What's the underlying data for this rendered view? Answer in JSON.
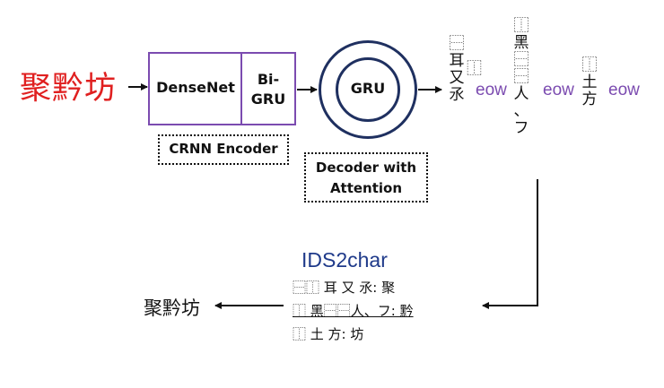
{
  "input": {
    "text": "聚黔坊",
    "color": "#e02020"
  },
  "encoder": {
    "densenet_label": "DenseNet",
    "bigru_line1": "Bi-",
    "bigru_line2": "GRU",
    "label": "CRNN Encoder",
    "border_color": "#7b4bb0"
  },
  "decoder": {
    "gru_label": "GRU",
    "label_line1": "Decoder with",
    "label_line2": "Attention",
    "ring_color": "#1f3060"
  },
  "sequence": {
    "col1": [
      "⿱",
      "⿰",
      "耳",
      "又",
      "氶"
    ],
    "col2": [
      "⿰",
      "黑",
      "⿱",
      "⿱",
      "人",
      "、",
      "フ"
    ],
    "col3": [
      "⿰",
      "土",
      "方"
    ],
    "eow": "eow",
    "eow_color": "#7b4bb0"
  },
  "ids2char": {
    "title": "IDS2char",
    "title_color": "#1f3a8a",
    "line1": "⿱⿰ 耳 又 氶: 聚",
    "line2": "⿰ 黑⿱⿱人、フ: 黔",
    "line3": "⿰ 土 方: 坊"
  },
  "output": {
    "text": "聚黔坊"
  }
}
